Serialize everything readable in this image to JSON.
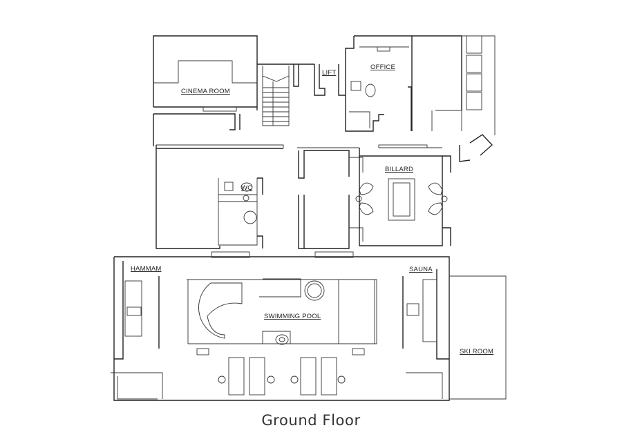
{
  "plan": {
    "title": "Ground Floor",
    "rooms": {
      "cinema": "CINEMA ROOM",
      "lift": "LIFT",
      "office": "OFFICE",
      "billard": "BILLARD",
      "wc": "WC",
      "hammam": "HAMMAM",
      "sauna": "SAUNA",
      "pool": "SWIMMING POOL",
      "ski": "SKI ROOM"
    }
  }
}
